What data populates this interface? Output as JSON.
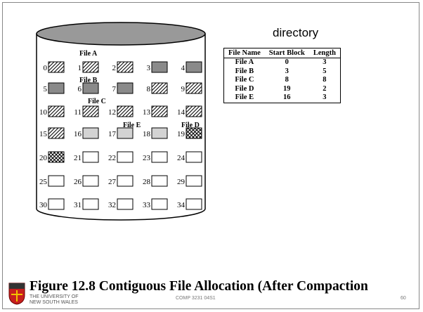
{
  "directory": {
    "title": "directory",
    "headers": [
      "File Name",
      "Start Block",
      "Length"
    ],
    "rows": [
      [
        "File A",
        "0",
        "3"
      ],
      [
        "File B",
        "3",
        "5"
      ],
      [
        "File C",
        "8",
        "8"
      ],
      [
        "File D",
        "19",
        "2"
      ],
      [
        "File E",
        "16",
        "3"
      ]
    ]
  },
  "disk": {
    "file_labels": {
      "a": "File A",
      "b": "File B",
      "c": "File C",
      "e": "File E",
      "d": "File D"
    },
    "blocks": [
      {
        "n": "0",
        "file": "A"
      },
      {
        "n": "1",
        "file": "A"
      },
      {
        "n": "2",
        "file": "A"
      },
      {
        "n": "3",
        "file": "B"
      },
      {
        "n": "4",
        "file": "B"
      },
      {
        "n": "5",
        "file": "B"
      },
      {
        "n": "6",
        "file": "B"
      },
      {
        "n": "7",
        "file": "B"
      },
      {
        "n": "8",
        "file": "C"
      },
      {
        "n": "9",
        "file": "C"
      },
      {
        "n": "10",
        "file": "C"
      },
      {
        "n": "11",
        "file": "C"
      },
      {
        "n": "12",
        "file": "C"
      },
      {
        "n": "13",
        "file": "C"
      },
      {
        "n": "14",
        "file": "C"
      },
      {
        "n": "15",
        "file": "C"
      },
      {
        "n": "16",
        "file": "E"
      },
      {
        "n": "17",
        "file": "E"
      },
      {
        "n": "18",
        "file": "E"
      },
      {
        "n": "19",
        "file": "D"
      },
      {
        "n": "20",
        "file": "D"
      },
      {
        "n": "21",
        "file": ""
      },
      {
        "n": "22",
        "file": ""
      },
      {
        "n": "23",
        "file": ""
      },
      {
        "n": "24",
        "file": ""
      },
      {
        "n": "25",
        "file": ""
      },
      {
        "n": "26",
        "file": ""
      },
      {
        "n": "27",
        "file": ""
      },
      {
        "n": "28",
        "file": ""
      },
      {
        "n": "29",
        "file": ""
      },
      {
        "n": "30",
        "file": ""
      },
      {
        "n": "31",
        "file": ""
      },
      {
        "n": "32",
        "file": ""
      },
      {
        "n": "33",
        "file": ""
      },
      {
        "n": "34",
        "file": ""
      }
    ]
  },
  "caption": "Figure 12.8   Contiguous File Allocation (After Compaction",
  "footer": {
    "university_line1": "THE UNIVERSITY OF",
    "university_line2": "NEW SOUTH WALES",
    "course": "COMP 3231 04S1",
    "page": "60"
  }
}
